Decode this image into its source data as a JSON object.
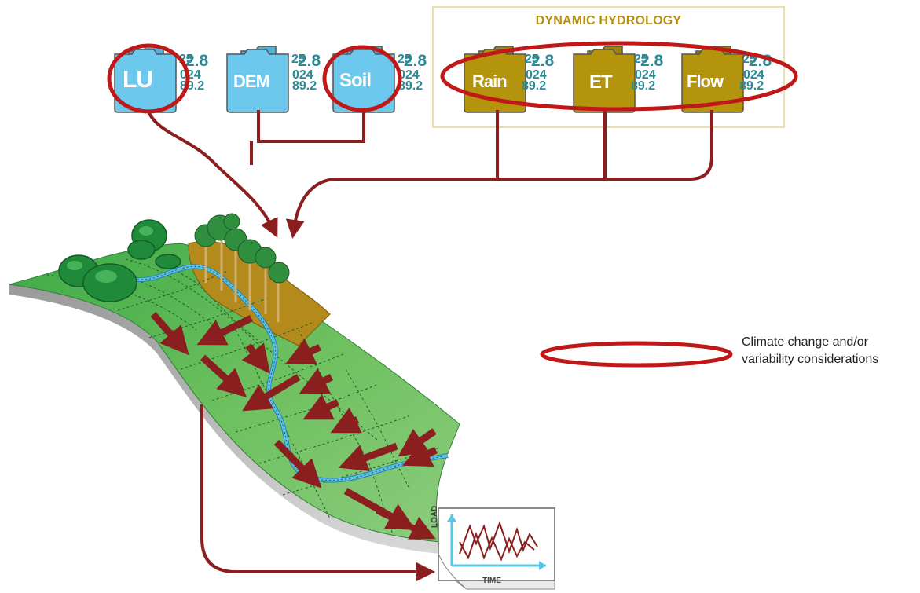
{
  "diagram": {
    "header_title": "DYNAMIC HYDROLOGY",
    "static_inputs": [
      {
        "label": "LU",
        "color": "#6cc8ec",
        "circled": true
      },
      {
        "label": "DEM",
        "color": "#6cc8ec",
        "circled": false
      },
      {
        "label": "Soil",
        "color": "#6cc8ec",
        "circled": true
      }
    ],
    "dynamic_inputs": [
      {
        "label": "Rain",
        "color": "#b4940c"
      },
      {
        "label": "ET",
        "color": "#b4940c"
      },
      {
        "label": "Flow",
        "color": "#b4940c"
      }
    ],
    "data_numbers": [
      "25",
      "2.8",
      "024",
      "89.2"
    ],
    "legend_text": "Climate change and/or variability considerations",
    "chart_axis_x": "TIME",
    "chart_axis_y": "LOAD",
    "colors": {
      "arrow": "#8b1e1e",
      "highlight_ring": "#c01818",
      "static_folder": "#6cc8ec",
      "dynamic_folder": "#b4940c",
      "stream": "#5bc0e8",
      "land": "#5cb85c"
    }
  }
}
